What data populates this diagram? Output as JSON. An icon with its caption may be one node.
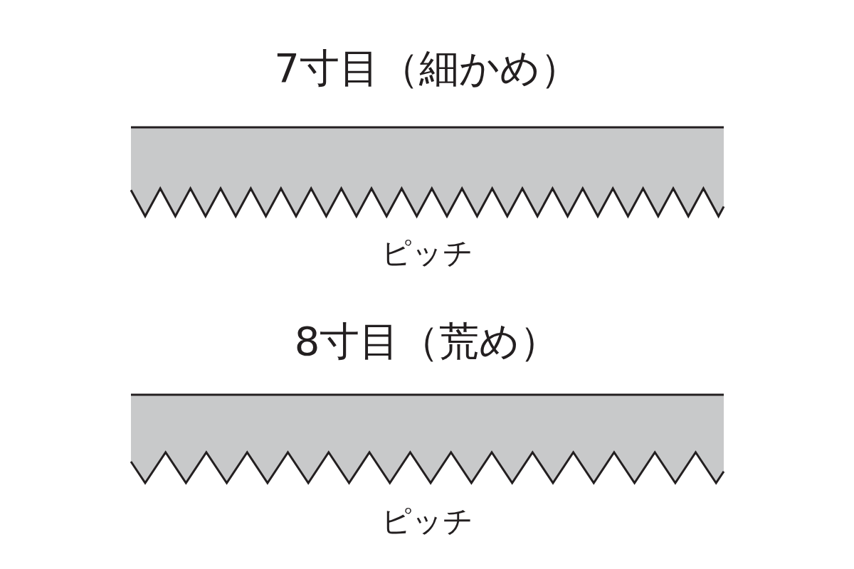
{
  "diagram": {
    "labels": [
      "7寸目（細かめ）",
      "ピッチ",
      "8寸目（荒め）",
      "ピッチ"
    ]
  }
}
